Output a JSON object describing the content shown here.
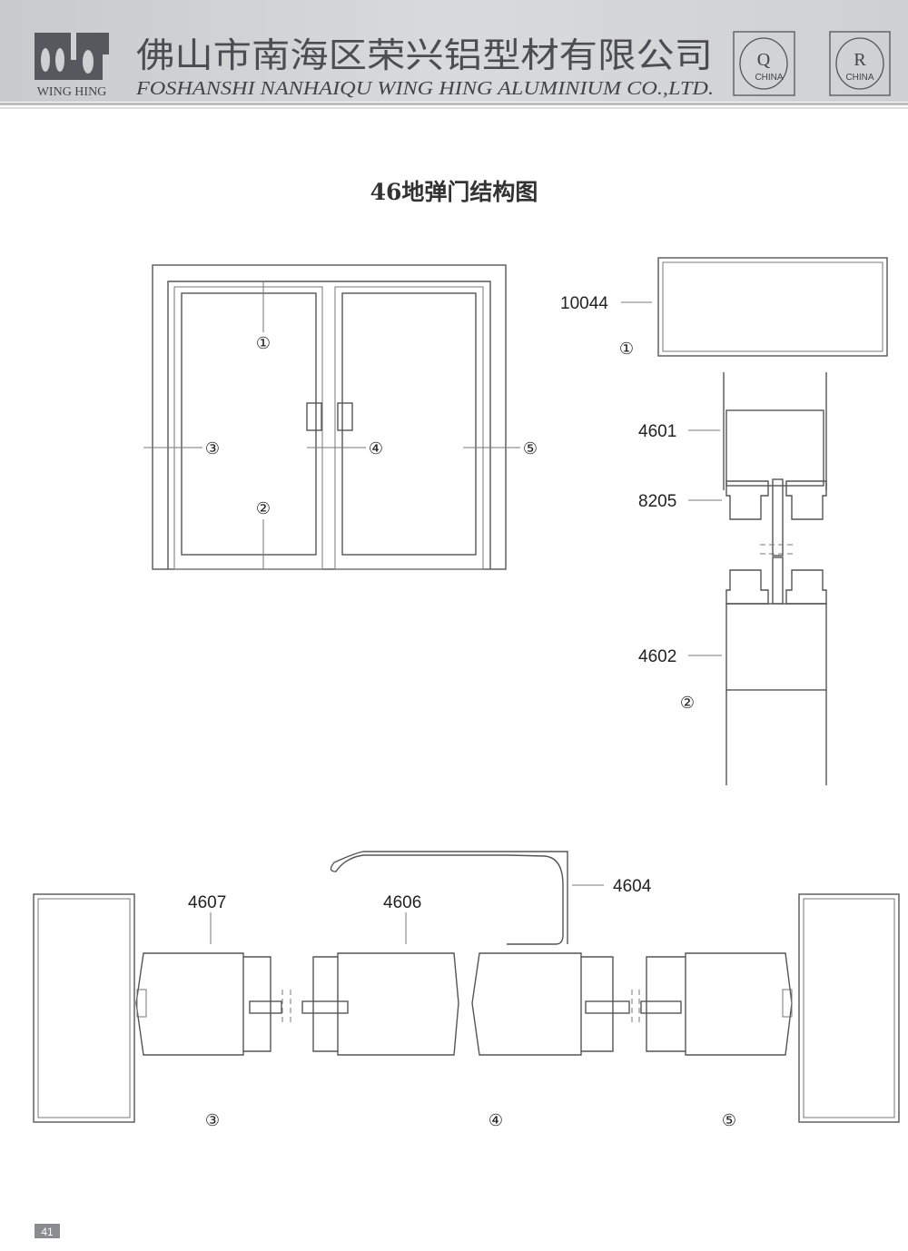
{
  "header": {
    "logo_text": "WING HING",
    "company_cn": "佛山市南海区荣兴铝型材有限公司",
    "company_en": "FOSHANSHI NANHAIQU WING HING ALUMINIUM CO.,LTD.",
    "badge_q": {
      "letter": "Q",
      "sub": "CHINA"
    },
    "badge_r": {
      "letter": "R",
      "sub": "CHINA"
    }
  },
  "title": "46地弹门结构图",
  "elevation": {
    "markers": [
      "①",
      "②",
      "③",
      "④",
      "⑤"
    ]
  },
  "vertical_section": {
    "labels": [
      "10044",
      "4601",
      "8205",
      "4602"
    ],
    "markers": [
      "①",
      "②"
    ]
  },
  "horizontal_section": {
    "labels": [
      "4607",
      "4606",
      "4604"
    ],
    "markers": [
      "③",
      "④",
      "⑤"
    ]
  },
  "page_number": "41"
}
